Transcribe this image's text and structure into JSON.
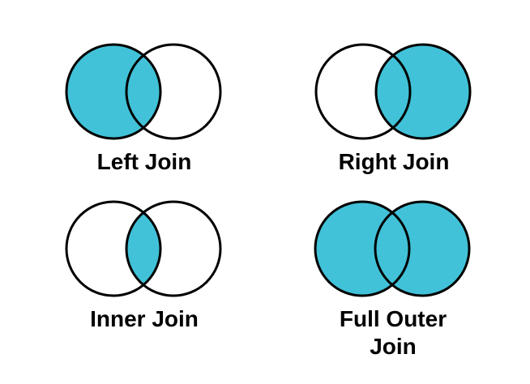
{
  "colors": {
    "fill": "#41C2D8",
    "stroke": "#000000",
    "text": "#000000",
    "background": "#FFFFFF"
  },
  "diagrams": [
    {
      "label": "Left Join",
      "filled": "left"
    },
    {
      "label": "Right Join",
      "filled": "right"
    },
    {
      "label": "Inner Join",
      "filled": "intersection"
    },
    {
      "label": "Full Outer Join",
      "filled": "both"
    }
  ]
}
